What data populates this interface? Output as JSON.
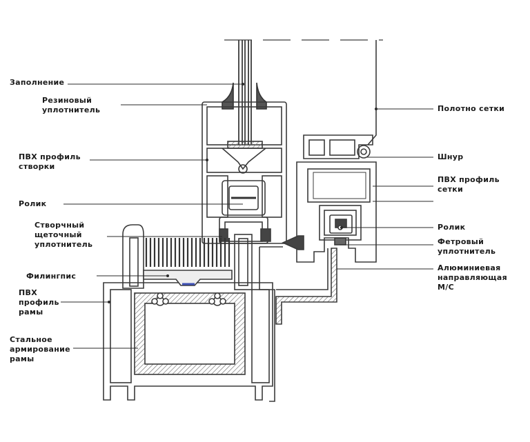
{
  "labels": {
    "filling": "Заполнение",
    "rubber_seal": "Резиновый\nуплотнитель",
    "sash_profile": "ПВХ профиль\nстворки",
    "roller_left": "Ролик",
    "brush_seal": "Створчный\nщеточный\nуплотнитель",
    "filingpis": "Филингпис",
    "frame_profile": "ПВХ\nпрофиль\nрамы",
    "steel_reinforcement": "Стальное\nармирование\nрамы",
    "mesh_sheet": "Полотно сетки",
    "cord": "Шнур",
    "mesh_profile": "ПВХ профиль\nсетки",
    "roller_right": "Ролик",
    "felt_seal": "Фетровый\nуплотнитель",
    "aluminum_guide": "Алюминиевая\nнаправляющая\nМ/С"
  },
  "colors": {
    "line": "#2a2a2a",
    "stroke": "#3a3a3a",
    "fill_dark": "#4a4a4a",
    "hatch": "#6a6a6a",
    "accent_blue": "#3f51b5"
  }
}
